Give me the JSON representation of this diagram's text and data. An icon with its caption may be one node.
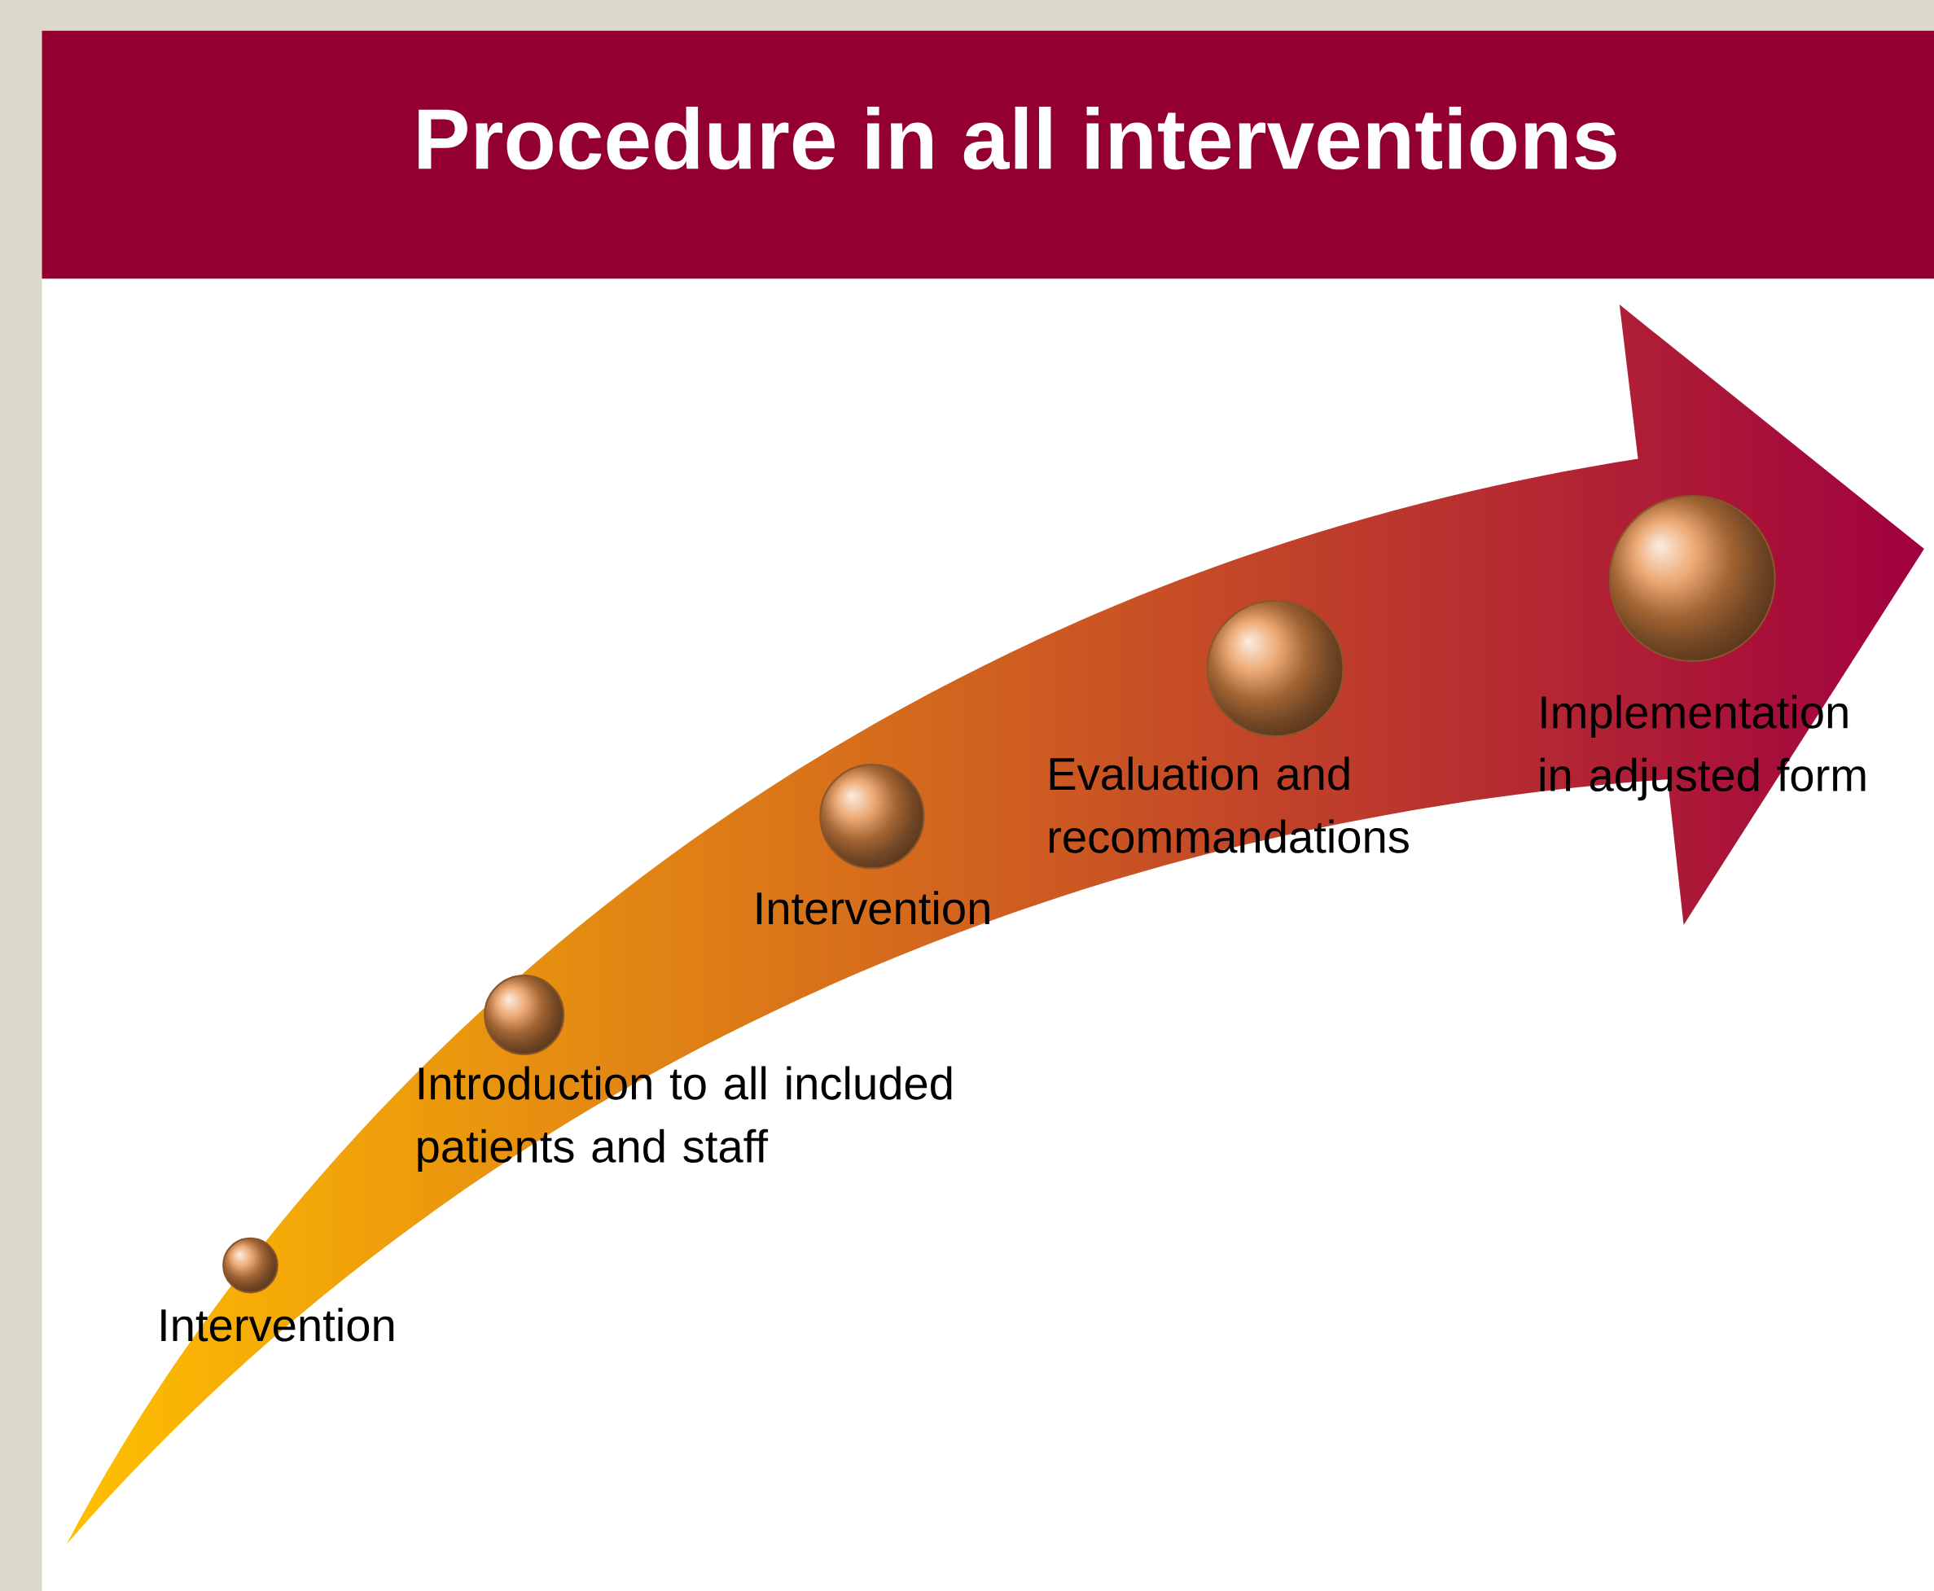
{
  "diagram": {
    "title": "Procedure in all interventions",
    "nodes": [
      {
        "text": [],
        "shape": "circle",
        "beside": [
          "Intervention"
        ]
      },
      {
        "text": [],
        "shape": "circle",
        "beside": [
          "Introduction to all included patients and staff"
        ]
      },
      {
        "text": [],
        "shape": "circle",
        "beside": [
          "Intervention"
        ]
      },
      {
        "text": [],
        "shape": "circle",
        "beside": [
          "Evaluation and recommandations"
        ]
      },
      {
        "text": [],
        "shape": "circle",
        "beside": [
          "Implementation in adjusted form"
        ]
      }
    ]
  }
}
